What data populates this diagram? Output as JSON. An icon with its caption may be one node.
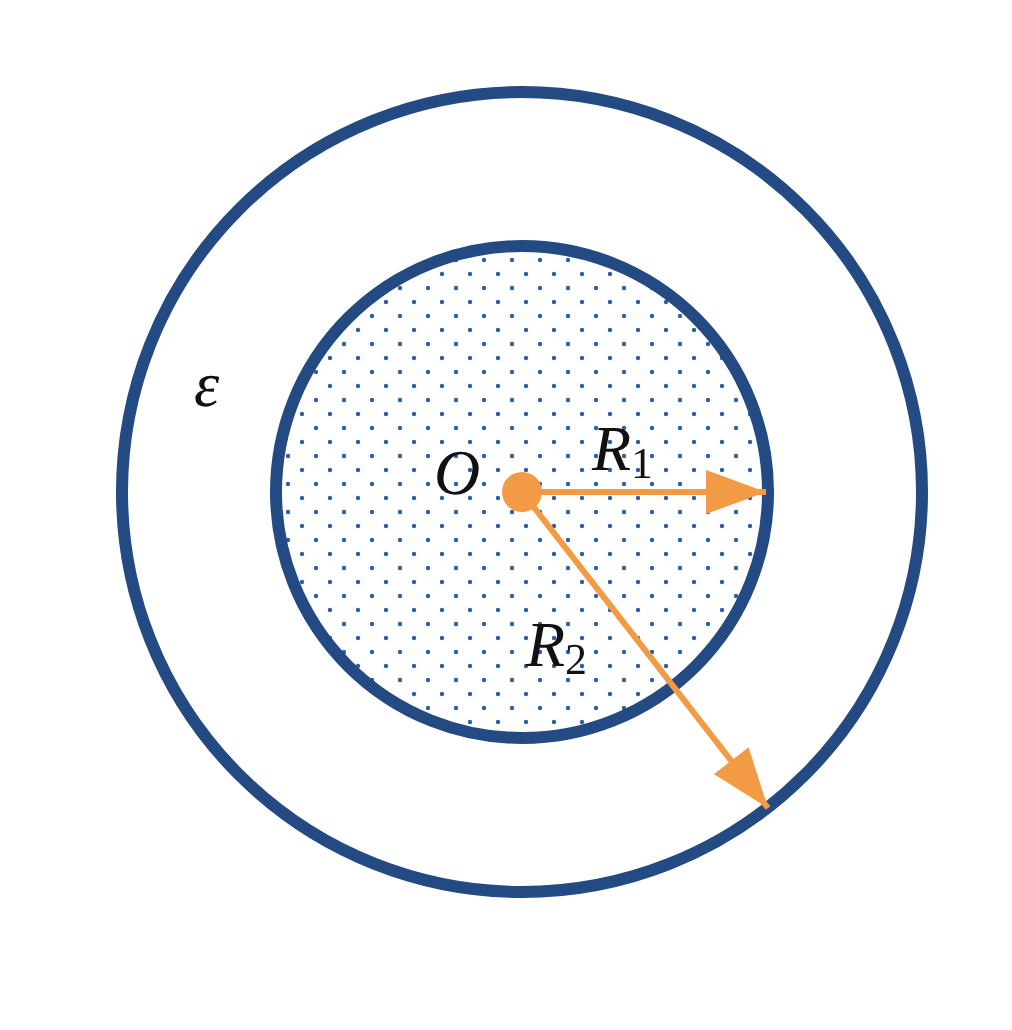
{
  "diagram": {
    "labels": [
      "ε",
      "O",
      "R$_{1}$",
      "R$_{2}$"
    ]
  }
}
